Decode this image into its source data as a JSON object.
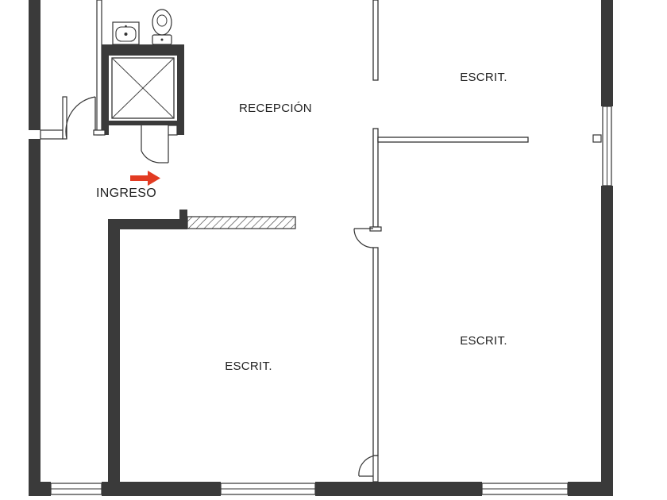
{
  "labels": {
    "reception": "RECEPCIÓN",
    "office_top_right": "ESCRIT.",
    "office_bottom_left": "ESCRIT.",
    "office_bottom_right": "ESCRIT.",
    "entrance": "INGRESO"
  },
  "colors": {
    "wall": "#3a3a3a",
    "partition": "#333333",
    "entrance_arrow": "#e23b22",
    "background": "#ffffff"
  },
  "icons": [
    "sink-icon",
    "toilet-icon",
    "elevator-shaft-icon",
    "entrance-arrow-icon"
  ]
}
